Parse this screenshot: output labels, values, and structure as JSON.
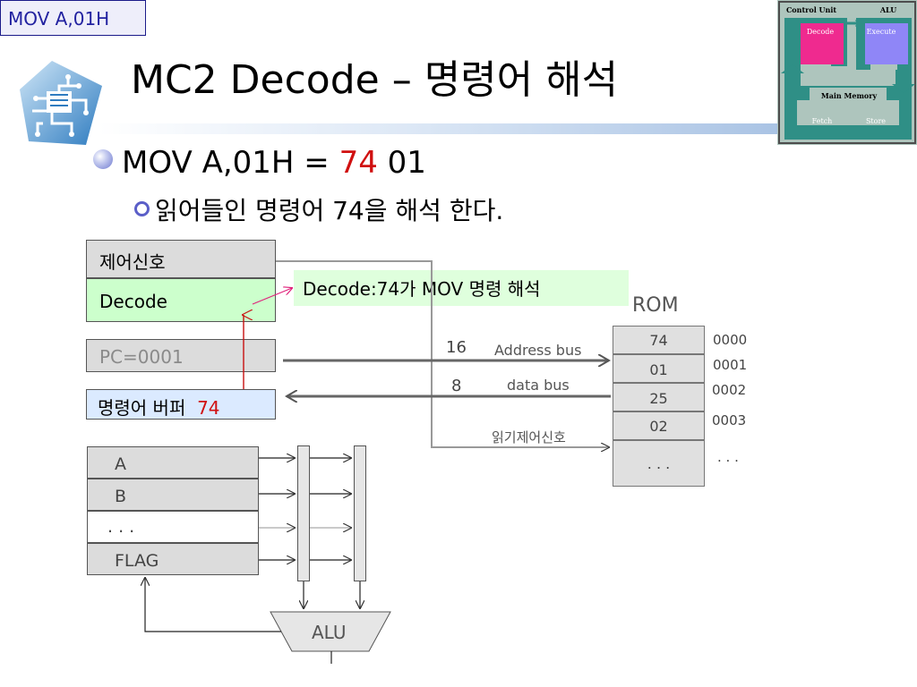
{
  "header": {
    "corner_tag": "MOV  A,01H",
    "title": "MC2 Decode – 명령어 해석"
  },
  "cu_diagram": {
    "control_unit": "Control Unit",
    "alu": "ALU",
    "decode": "Decode",
    "execute": "Execute",
    "main_memory": "Main Memory",
    "fetch": "Fetch",
    "store": "Store",
    "colors": {
      "bg": "#aec5bd",
      "pink": "#ef2a8f",
      "blue": "#8f86f7",
      "teal": "#2f8f86"
    }
  },
  "bullets": {
    "line1_prefix": "MOV  A,01H  = ",
    "line1_opcode": "74",
    "line1_suffix": " 01",
    "line2": "읽어들인 명령어 74을 해석 한다."
  },
  "cpu": {
    "control_signal": "제어신호",
    "decode": "Decode",
    "pc": "PC=0001",
    "ir_label": "명령어 버퍼",
    "ir_value": "74",
    "callout": "Decode:74가 MOV 명령 해석",
    "registers": [
      "A",
      "B",
      ". . .",
      "FLAG"
    ],
    "alu": "ALU"
  },
  "bus": {
    "address_width": "16",
    "address_label": "Address bus",
    "data_width": "8",
    "data_label": "data bus",
    "read_signal": "읽기제어신호"
  },
  "rom": {
    "title": "ROM",
    "cells": [
      "74",
      "01",
      "25",
      "02",
      ". . ."
    ],
    "addresses": [
      "0000",
      "0001",
      "0002",
      "0003",
      ". . ."
    ]
  },
  "colors": {
    "decode_fill": "#ccffcc",
    "ir_fill": "#dbeaff",
    "gray_fill": "#dcdcdc",
    "highlight_red": "#d01010",
    "pointer_pink": "#e0207a"
  }
}
